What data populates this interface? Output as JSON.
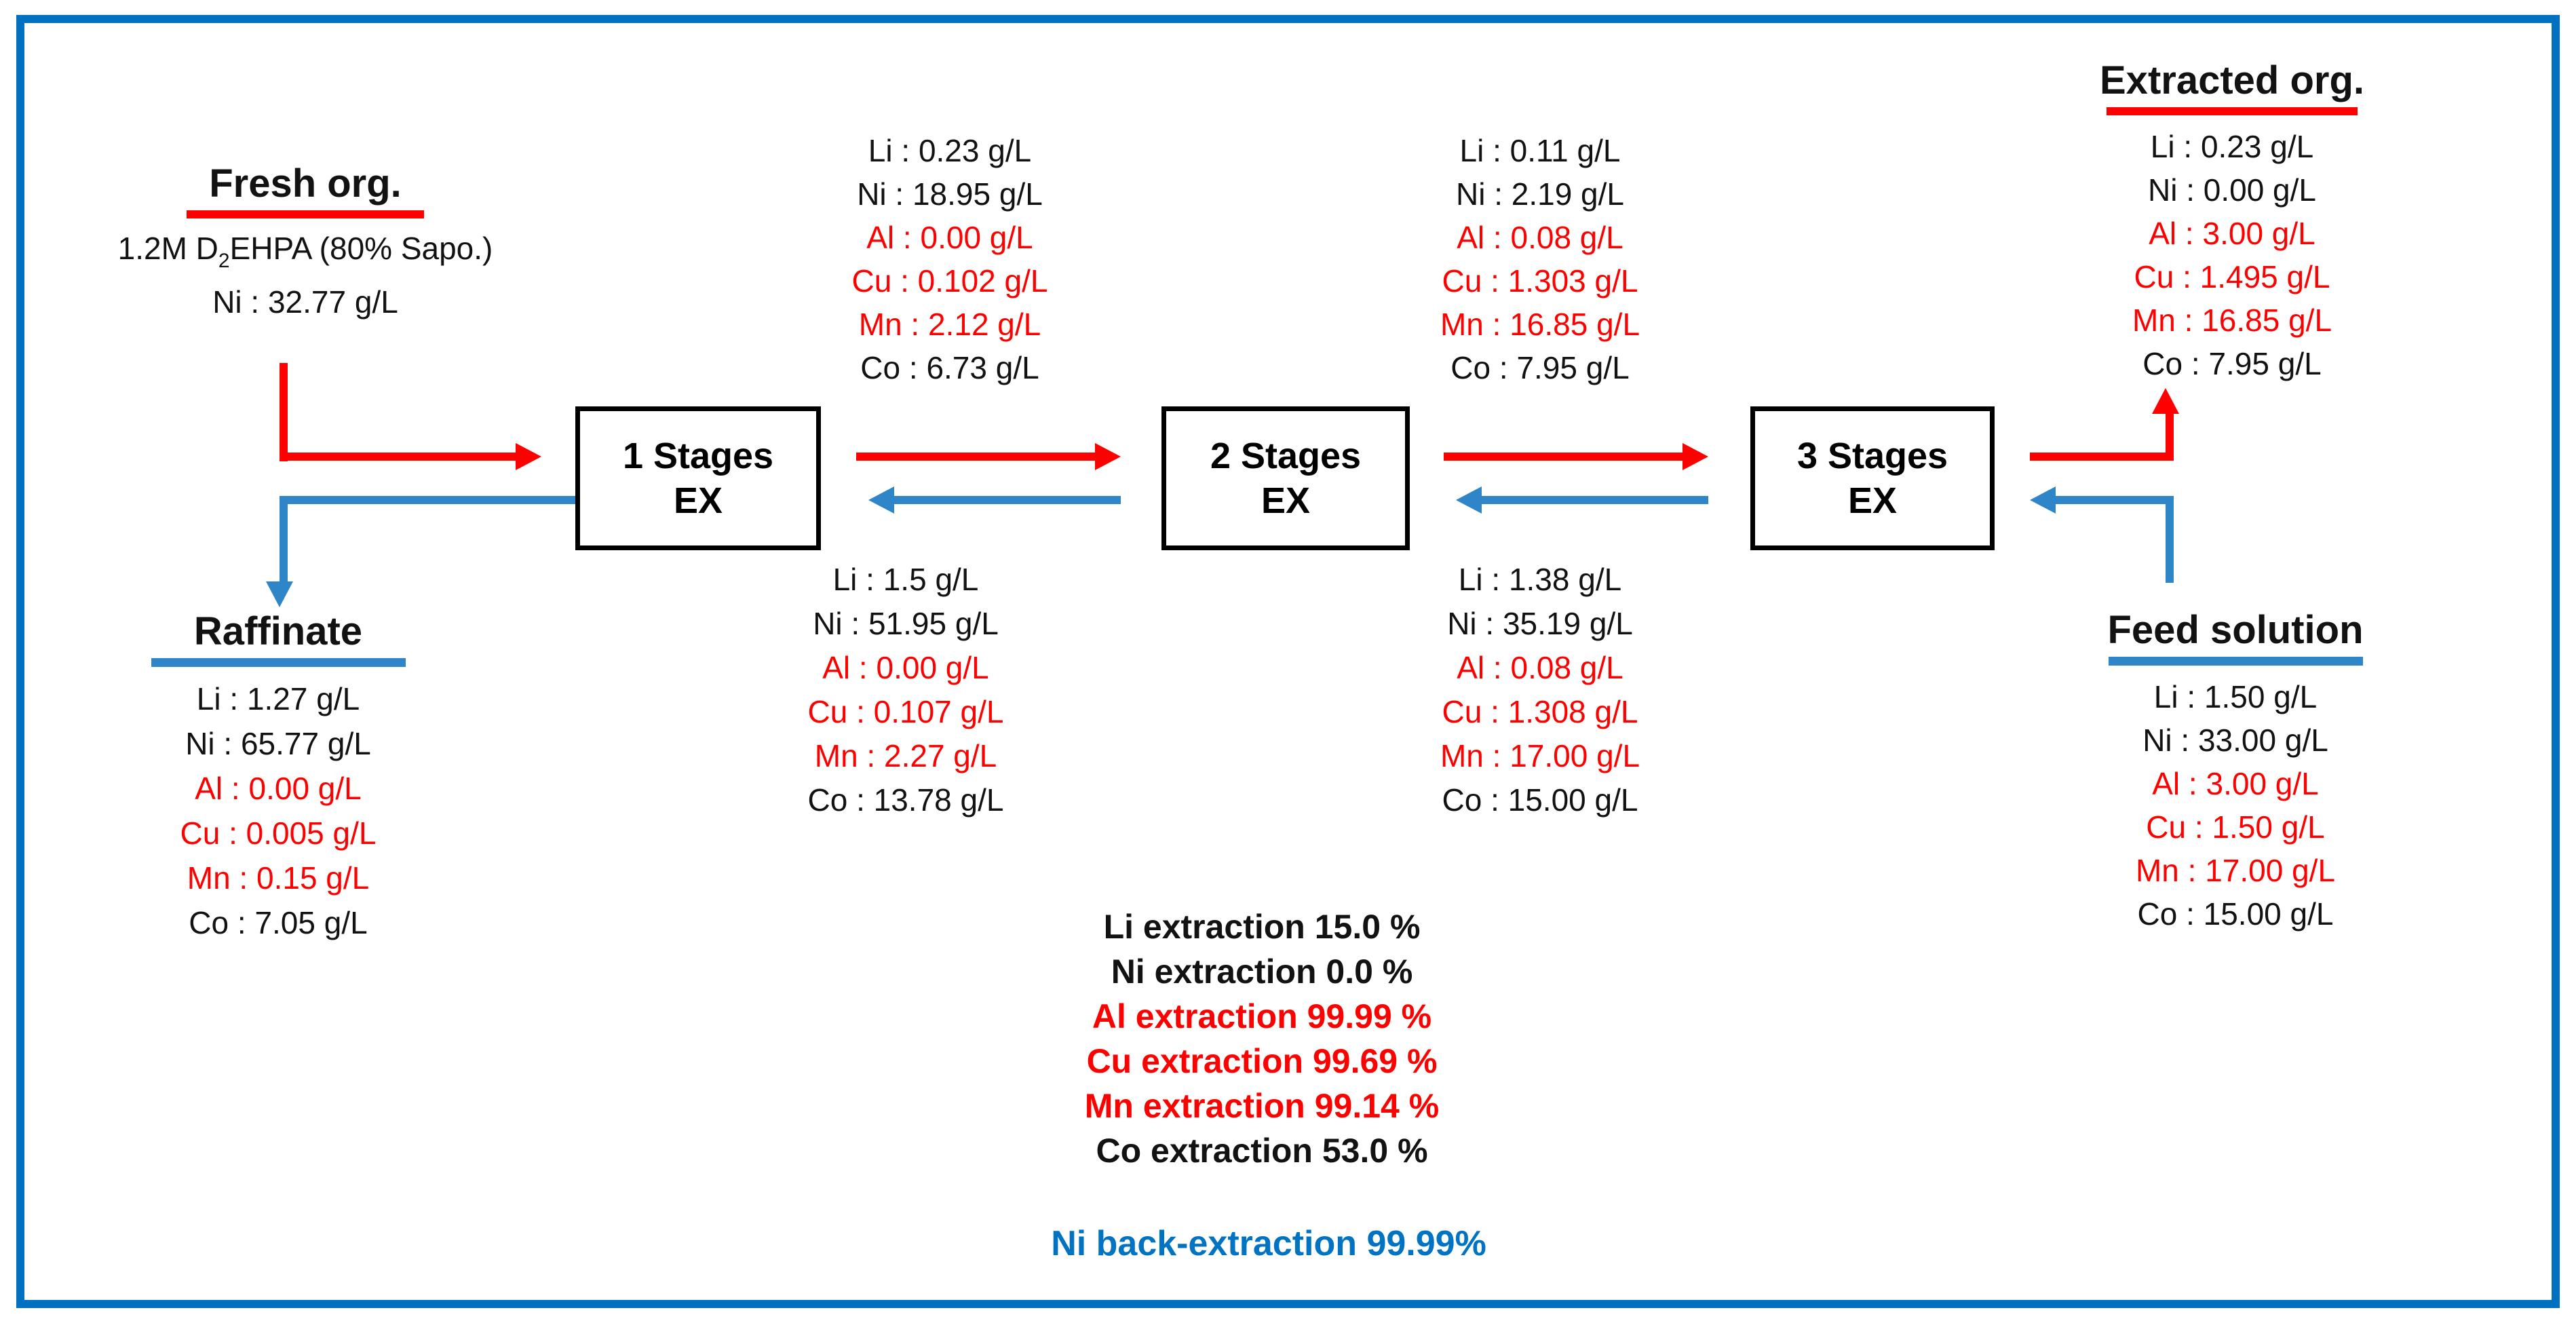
{
  "colors": {
    "frame_blue": "#0070c0",
    "arrow_blue": "#2e86c9",
    "back_blue": "#0073c2",
    "red": "#fe0000",
    "black": "#121212"
  },
  "fresh_org": {
    "title": "Fresh org.",
    "line1_prefix": "1.2M D",
    "line1_sub": "2",
    "line1_suffix": "EHPA (80% Sapo.)",
    "line2": "Ni : 32.77 g/L"
  },
  "raffinate": {
    "title": "Raffinate",
    "items": [
      "Li : 1.27 g/L",
      "Ni : 65.77 g/L",
      "Al : 0.00 g/L",
      "Cu : 0.005 g/L",
      "Mn : 0.15 g/L",
      "Co : 7.05 g/L"
    ]
  },
  "extracted_org": {
    "title": "Extracted org.",
    "items": [
      "Li : 0.23 g/L",
      "Ni : 0.00 g/L",
      "Al : 3.00 g/L",
      "Cu : 1.495 g/L",
      "Mn : 16.85 g/L",
      "Co : 7.95 g/L"
    ]
  },
  "feed_solution": {
    "title": "Feed solution",
    "items": [
      "Li : 1.50 g/L",
      "Ni : 33.00 g/L",
      "Al : 3.00 g/L",
      "Cu : 1.50 g/L",
      "Mn : 17.00 g/L",
      "Co : 15.00 g/L"
    ]
  },
  "streams": {
    "top1": {
      "items": [
        "Li : 0.23 g/L",
        "Ni : 18.95 g/L",
        "Al : 0.00 g/L",
        "Cu : 0.102 g/L",
        "Mn : 2.12 g/L",
        "Co : 6.73 g/L"
      ]
    },
    "top2": {
      "items": [
        "Li : 0.11 g/L",
        "Ni : 2.19 g/L",
        "Al : 0.08 g/L",
        "Cu : 1.303 g/L",
        "Mn : 16.85 g/L",
        "Co : 7.95 g/L"
      ]
    },
    "bottom1": {
      "items": [
        "Li : 1.5 g/L",
        "Ni : 51.95 g/L",
        "Al : 0.00 g/L",
        "Cu : 0.107 g/L",
        "Mn : 2.27 g/L",
        "Co : 13.78 g/L"
      ]
    },
    "bottom2": {
      "items": [
        "Li : 1.38 g/L",
        "Ni : 35.19 g/L",
        "Al : 0.08 g/L",
        "Cu : 1.308 g/L",
        "Mn : 17.00 g/L",
        "Co : 15.00 g/L"
      ]
    }
  },
  "stages": [
    {
      "line1": "1 Stages",
      "line2": "EX"
    },
    {
      "line1": "2 Stages",
      "line2": "EX"
    },
    {
      "line1": "3 Stages",
      "line2": "EX"
    }
  ],
  "summary": {
    "items": [
      "Li extraction 15.0 %",
      "Ni extraction 0.0 %",
      "Al extraction 99.99 %",
      "Cu extraction 99.69 %",
      "Mn extraction 99.14 %",
      "Co extraction 53.0 %"
    ]
  },
  "back_extraction": "Ni back-extraction 99.99%"
}
